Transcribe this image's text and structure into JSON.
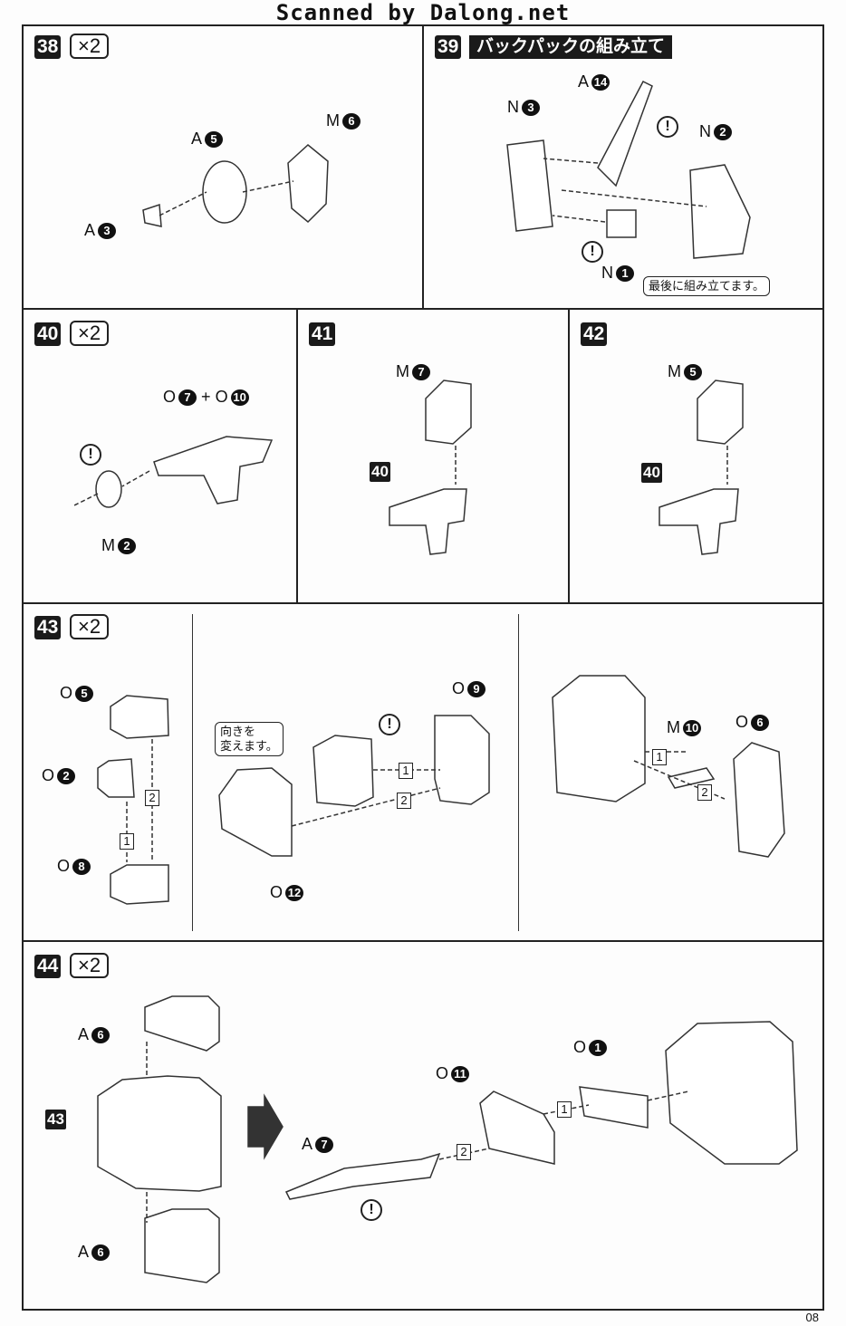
{
  "header": "Scanned by Dalong.net",
  "page_number": "08",
  "steps": {
    "s38": {
      "num": "38",
      "qty": "×2",
      "labels": [
        {
          "l": "A",
          "n": "5"
        },
        {
          "l": "M",
          "n": "6"
        },
        {
          "l": "A",
          "n": "3"
        }
      ]
    },
    "s39": {
      "num": "39",
      "title": "バックパックの組み立て",
      "labels": [
        {
          "l": "A",
          "n": "14"
        },
        {
          "l": "N",
          "n": "3"
        },
        {
          "l": "N",
          "n": "2"
        },
        {
          "l": "N",
          "n": "1"
        }
      ],
      "note": "最後に組み立てます。",
      "warn": "!"
    },
    "s40": {
      "num": "40",
      "qty": "×2",
      "labels": [
        {
          "l": "O",
          "n": "7"
        },
        {
          "l": "O",
          "n": "10"
        },
        {
          "l": "M",
          "n": "2"
        }
      ],
      "plus": "+",
      "warn": "!"
    },
    "s41": {
      "num": "41",
      "labels": [
        {
          "l": "M",
          "n": "7"
        }
      ],
      "ref": "40"
    },
    "s42": {
      "num": "42",
      "labels": [
        {
          "l": "M",
          "n": "5"
        }
      ],
      "ref": "40"
    },
    "s43": {
      "num": "43",
      "qty": "×2",
      "labels": [
        {
          "l": "O",
          "n": "5"
        },
        {
          "l": "O",
          "n": "2"
        },
        {
          "l": "O",
          "n": "8"
        },
        {
          "l": "O",
          "n": "12"
        },
        {
          "l": "O",
          "n": "9"
        },
        {
          "l": "M",
          "n": "10"
        },
        {
          "l": "O",
          "n": "6"
        }
      ],
      "note_line1": "向きを",
      "note_line2": "変えます。",
      "order": [
        "1",
        "2"
      ],
      "warn": "!"
    },
    "s44": {
      "num": "44",
      "qty": "×2",
      "labels": [
        {
          "l": "A",
          "n": "6"
        },
        {
          "l": "A",
          "n": "6"
        },
        {
          "l": "O",
          "n": "1"
        },
        {
          "l": "O",
          "n": "11"
        },
        {
          "l": "A",
          "n": "7"
        }
      ],
      "ref": "43",
      "order": [
        "1",
        "2"
      ],
      "warn": "!"
    }
  }
}
